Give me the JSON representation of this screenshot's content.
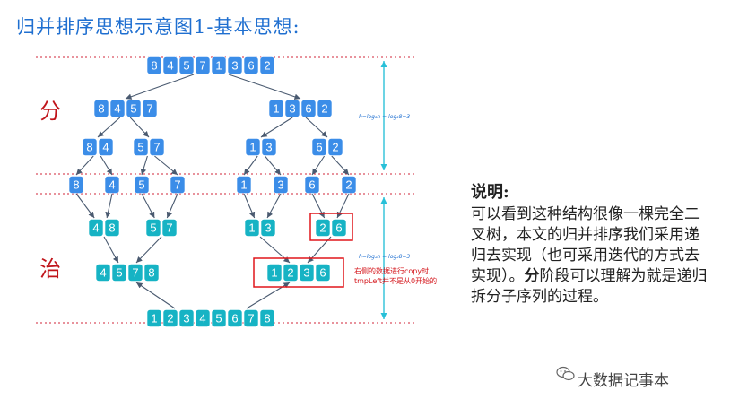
{
  "title": "归并排序思想示意图1-基本思想:",
  "labels": {
    "divide": "分",
    "conquer": "治"
  },
  "height_labels": [
    "h=log₂n = log₂8=3",
    "h=log₂n = log₂8=3"
  ],
  "note": "右侧的数据进行copy时, tmpLeft并不是从0开始的",
  "explanation": {
    "heading": "说明:",
    "line1": "可以看到这种结构很像一棵完全二叉树，本文的归并排序我们采用递归去实现（也可采用迭代的方式去实现）。",
    "bold_word": "分",
    "line2": "阶段可以理解为就是递归拆分子序列的过程。"
  },
  "brand": "大数据记事本",
  "colors": {
    "divide_cell": "#3b8de8",
    "conquer_cell": "#16b3c4",
    "arrow": "#4a5a70",
    "guide_red": "#d0243a",
    "guide_cyan": "#28c0d8",
    "box_red": "#e0161c"
  },
  "tree": {
    "divide": [
      {
        "level": 0,
        "values": [
          "8",
          "4",
          "5",
          "7",
          "1",
          "3",
          "6",
          "2"
        ]
      },
      {
        "level": 1,
        "values": [
          "8",
          "4",
          "5",
          "7"
        ]
      },
      {
        "level": 1,
        "values": [
          "1",
          "3",
          "6",
          "2"
        ]
      },
      {
        "level": 2,
        "values": [
          "8",
          "4"
        ]
      },
      {
        "level": 2,
        "values": [
          "5",
          "7"
        ]
      },
      {
        "level": 2,
        "values": [
          "1",
          "3"
        ]
      },
      {
        "level": 2,
        "values": [
          "6",
          "2"
        ]
      },
      {
        "level": 3,
        "values": [
          "8"
        ]
      },
      {
        "level": 3,
        "values": [
          "4"
        ]
      },
      {
        "level": 3,
        "values": [
          "5"
        ]
      },
      {
        "level": 3,
        "values": [
          "7"
        ]
      },
      {
        "level": 3,
        "values": [
          "1"
        ]
      },
      {
        "level": 3,
        "values": [
          "3"
        ]
      },
      {
        "level": 3,
        "values": [
          "6"
        ]
      },
      {
        "level": 3,
        "values": [
          "2"
        ]
      }
    ],
    "conquer": [
      {
        "level": 0,
        "values": [
          "4",
          "8"
        ]
      },
      {
        "level": 0,
        "values": [
          "5",
          "7"
        ]
      },
      {
        "level": 0,
        "values": [
          "1",
          "3"
        ]
      },
      {
        "level": 0,
        "values": [
          "2",
          "6"
        ],
        "highlight": true
      },
      {
        "level": 1,
        "values": [
          "4",
          "5",
          "7",
          "8"
        ]
      },
      {
        "level": 1,
        "values": [
          "1",
          "2",
          "3",
          "6"
        ],
        "highlight": true
      },
      {
        "level": 2,
        "values": [
          "1",
          "2",
          "3",
          "4",
          "5",
          "6",
          "7",
          "8"
        ]
      }
    ]
  }
}
